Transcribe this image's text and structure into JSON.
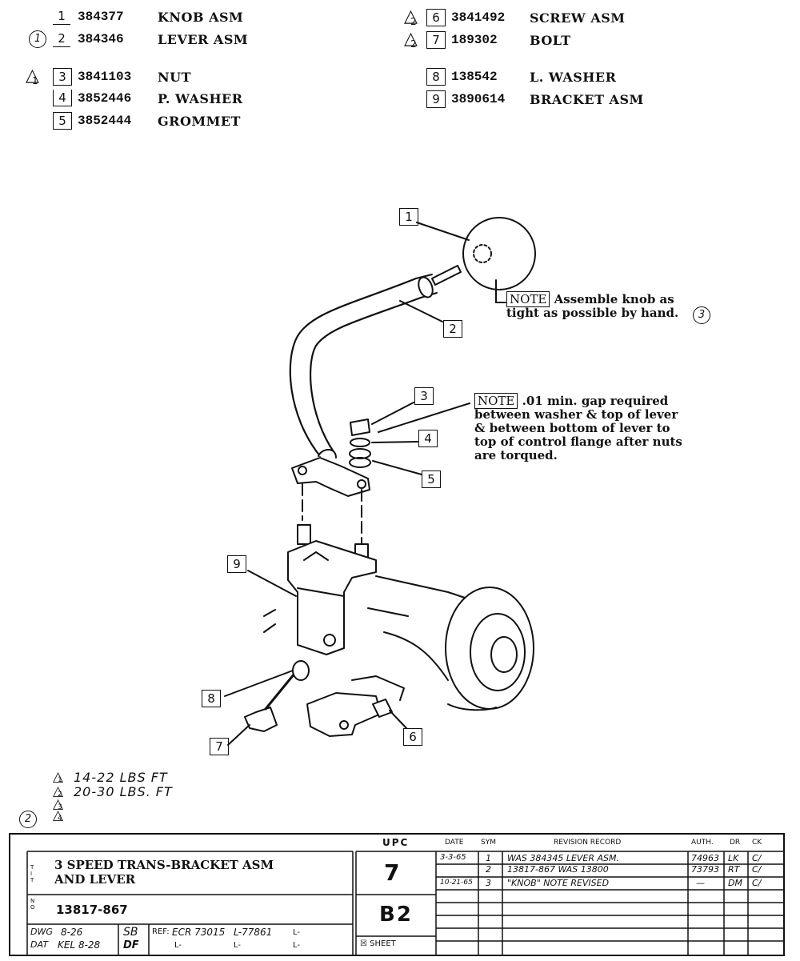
{
  "parts_list": [
    {
      "num": "1",
      "part_no": "384377",
      "desc": "KNOB ASM",
      "marker": ""
    },
    {
      "num": "2",
      "part_no": "384346",
      "desc": "LEVER ASM",
      "marker": "1"
    },
    {
      "num": "3",
      "part_no": "3841103",
      "desc": "NUT",
      "marker": "1"
    },
    {
      "num": "4",
      "part_no": "3852446",
      "desc": "P. WASHER",
      "marker": ""
    },
    {
      "num": "5",
      "part_no": "3852444",
      "desc": "GROMMET",
      "marker": ""
    },
    {
      "num": "6",
      "part_no": "3841492",
      "desc": "SCREW ASM",
      "marker": "2"
    },
    {
      "num": "7",
      "part_no": "189302",
      "desc": "BOLT",
      "marker": "2"
    },
    {
      "num": "8",
      "part_no": "138542",
      "desc": "L. WASHER",
      "marker": ""
    },
    {
      "num": "9",
      "part_no": "3890614",
      "desc": "BRACKET ASM",
      "marker": ""
    }
  ],
  "notes": {
    "note_label": "NOTE",
    "knob_note": "Assemble knob as tight as possible by hand.",
    "knob_note_line1": "Assemble knob as",
    "knob_note_line2": "tight as possible by hand.",
    "knob_note_ref": "3",
    "gap_note_line1": ".01 min. gap required",
    "gap_note_line2": "between washer & top of lever",
    "gap_note_line3": "& between bottom of lever to",
    "gap_note_line4": "top of control flange after nuts",
    "gap_note_line5": "are torqued."
  },
  "callouts": [
    "1",
    "2",
    "3",
    "4",
    "5",
    "6",
    "7",
    "8",
    "9"
  ],
  "torque_specs": [
    {
      "marker": "1",
      "text": "14-22 LBS FT"
    },
    {
      "marker": "2",
      "text": "20-30 LBS. FT"
    },
    {
      "marker": "3",
      "text": ""
    },
    {
      "marker": "4",
      "text": ""
    }
  ],
  "revision_ref": "2",
  "title_block": {
    "upc_label": "UPC",
    "title_line1": "3 SPEED TRANS-BRACKET ASM",
    "title_line2": "AND LEVER",
    "upc_value": "7",
    "group_value": "B2",
    "dwg_number": "13817-867",
    "dwg_label": "DWG",
    "dwg_date": "8-26",
    "dat_label": "DAT",
    "dat_value": "KEL 8-28",
    "drawn_by": "SB",
    "checked_by": "DF",
    "ref_label": "REF:",
    "ref_value": "ECR 73015",
    "ref_l1": "L-77861",
    "ref_l": "L-",
    "sheet_label": "SHEET",
    "side_title": "T\nI\nT",
    "side_no": "N\nO",
    "revision_headers": {
      "date": "DATE",
      "sym": "SYM",
      "record": "REVISION RECORD",
      "auth": "AUTH.",
      "dr": "DR",
      "ck": "CK"
    },
    "revisions": [
      {
        "date": "3-3-65",
        "sym": "1",
        "record": "WAS 384345 LEVER ASM.",
        "auth": "74963",
        "dr": "LK",
        "ck": "C/"
      },
      {
        "date": "",
        "sym": "2",
        "record": "13817-867 WAS 13800",
        "auth": "73793",
        "dr": "RT",
        "ck": "C/"
      },
      {
        "date": "10-21-65",
        "sym": "3",
        "record": "\"KNOB\" NOTE REVISED",
        "auth": "—",
        "dr": "DM",
        "ck": "C/"
      }
    ]
  }
}
